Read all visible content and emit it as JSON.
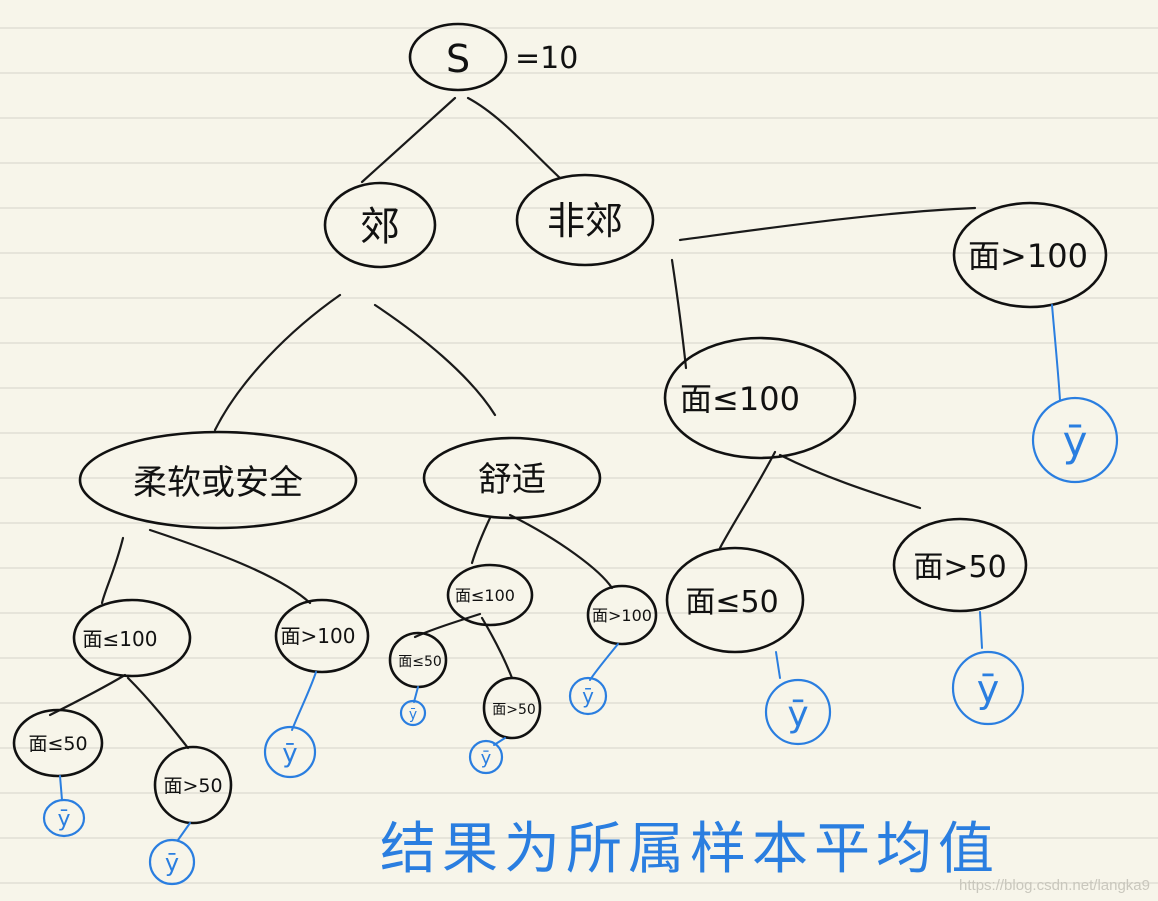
{
  "root": {
    "label": "S",
    "annotation": "=10"
  },
  "nodes": {
    "suburb": "郊",
    "non_suburb": "非郊",
    "soft_safe": "柔软或安全",
    "comfort": "舒适",
    "ns_area_le_100": "面≤100",
    "ns_area_gt_100": "面>100",
    "ns_area_le_50": "面≤50",
    "ns_area_gt_50": "面>50",
    "ss_area_le_100": "面≤100",
    "ss_area_gt_100": "面>100",
    "ss_area_le_50": "面≤50",
    "ss_area_gt_50": "面>50",
    "cf_area_le_100": "面≤100",
    "cf_area_gt_100": "面>100",
    "cf_area_le_50": "面≤50",
    "cf_area_gt_50": "面>50"
  },
  "leaf_label": "ȳ",
  "caption": "结果为所属样本平均值",
  "watermark": "https://blog.csdn.net/langka9",
  "colors": {
    "ink": "#111111",
    "blue": "#2a7ee0",
    "paper": "#f7f5ea"
  }
}
